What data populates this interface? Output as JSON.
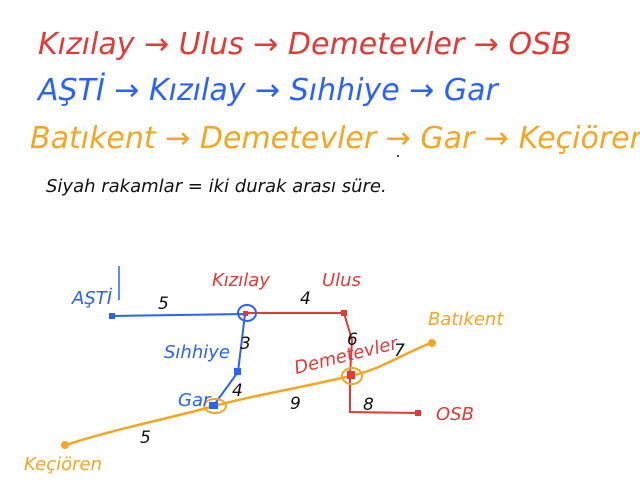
{
  "colors": {
    "red": "#e53935",
    "blue": "#2962ff",
    "orange": "#f5a623",
    "black": "#111111"
  },
  "routes": [
    {
      "color": "red",
      "text": "Kızılay → Ulus → Demetevler → OSB"
    },
    {
      "color": "blue",
      "text": "AŞTİ → Kızılay → Sıhhiye → Gar"
    },
    {
      "color": "orange",
      "text": "Batıkent → Demetevler → Gar → Keçiören"
    }
  ],
  "note": "Siyah rakamlar = iki durak arası süre.",
  "stations": {
    "asti": "AŞTİ",
    "kizilay": "Kızılay",
    "ulus": "Ulus",
    "sihhiye": "Sıhhiye",
    "gar": "Gar",
    "demetevler": "Demetevler",
    "batikent": "Batıkent",
    "osb": "OSB",
    "kecioren": "Keçiören"
  },
  "edge_weights": {
    "asti_kizilay": "5",
    "kizilay_ulus": "4",
    "kizilay_sihhiye": "3",
    "sihhiye_gar": "4",
    "ulus_demetevler": "6",
    "demetevler_batikent": "7",
    "gar_demetevler": "9",
    "demetevler_osb": "8",
    "gar_kecioren": "5"
  }
}
